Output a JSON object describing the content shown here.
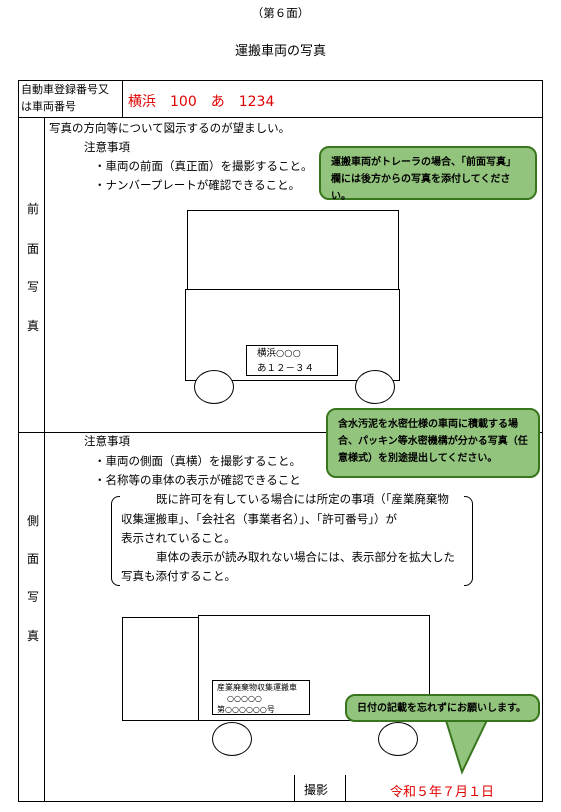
{
  "page_label": "（第６面）",
  "title": "運搬車両の写真",
  "registration": {
    "label_line1": "自動車登録番号又",
    "label_line2": "は車両番号",
    "value": "横浜　100　あ　1234"
  },
  "front_section": {
    "vertical_label": [
      "前",
      "面",
      "写",
      "真"
    ],
    "intro": "写真の方向等について図示するのが望ましい。",
    "notes_title": "注意事項",
    "notes": [
      "・車両の前面（真正面）を撮影すること。",
      "・ナンバープレートが確認できること。"
    ],
    "plate_line1": "横浜○○○",
    "plate_line2": "あ１２－３４"
  },
  "side_section": {
    "vertical_label": [
      "側",
      "面",
      "写",
      "真"
    ],
    "notes_title": "注意事項",
    "notes": [
      "・車両の側面（真横）を撮影すること。",
      "・名称等の車体の表示が確認できること"
    ],
    "bracket_lines": [
      "既に許可を有している場合には所定の事項（「産業廃棄物",
      "収集運搬車」、「会社名（事業者名）」、「許可番号」）が",
      "表示されていること。",
      "車体の表示が読み取れない場合には、表示部分を拡大した",
      "写真も添付すること。"
    ],
    "side_sign_line1": "産業廃棄物収集運搬車",
    "side_sign_line2": "○○○○○",
    "side_sign_line3": "第○○○○○○号"
  },
  "callouts": {
    "trailer": "運搬車両がトレーラの場合、「前面写真」欄には後方からの写真を添付してください。",
    "sludge": "含水汚泥を水密仕様の車両に積載する場合、パッキン等水密機構が分かる写真（任意様式）を別途提出してください。",
    "date_reminder": "日付の記載を忘れずにお願いします。"
  },
  "footer": {
    "photo_label": "撮影",
    "date": "令和５年７月１日"
  },
  "colors": {
    "callout_fill": "#93c47d",
    "callout_border": "#38761d",
    "red_text": "#e00000"
  }
}
